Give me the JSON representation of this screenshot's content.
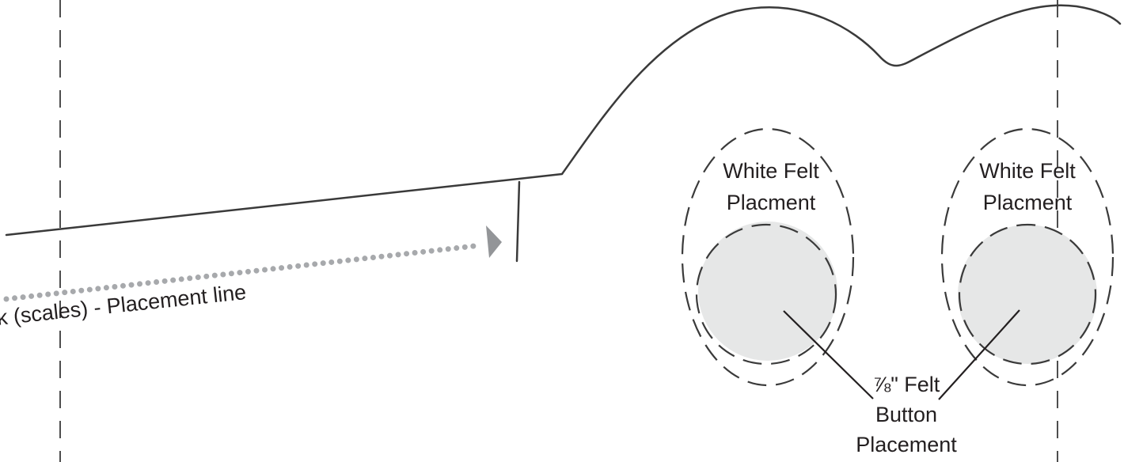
{
  "annotations": {
    "placement_line_text": "k (scales) - Placement line",
    "felt_left_line1": "White Felt",
    "felt_left_line2": "Placment",
    "felt_right_line1": "White Felt",
    "felt_right_line2": "Placment",
    "button_line1": "⅞\" Felt",
    "button_line2": "Button",
    "button_line3": "Placement"
  },
  "colors": {
    "outline": "#3a3a3a",
    "button_fill": "#e6e7e7",
    "dotted_arrow": "#a7a9ac",
    "text": "#231f20"
  }
}
